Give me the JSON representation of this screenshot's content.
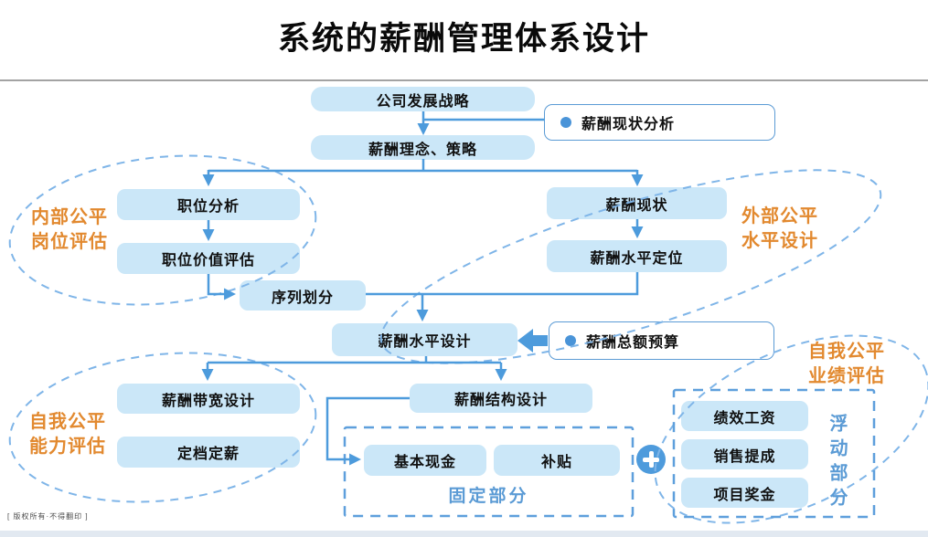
{
  "title": "系统的薪酬管理体系设计",
  "nodes": {
    "strategy": "公司发展战略",
    "philosophy": "薪酬理念、策略",
    "job_analysis": "职位分析",
    "job_value_evaluation": "职位价值评估",
    "sequence_division": "序列划分",
    "salary_status": "薪酬现状",
    "salary_level_positioning": "薪酬水平定位",
    "salary_level_design": "薪酬水平设计",
    "salary_band_design": "薪酬带宽设计",
    "grade_and_set_salary": "定档定薪",
    "salary_structure_design": "薪酬结构设计",
    "base_cash": "基本现金",
    "allowance": "补贴",
    "performance_pay": "绩效工资",
    "sales_commission": "销售提成",
    "project_bonus": "项目奖金"
  },
  "callouts": {
    "salary_status_analysis": "薪酬现状分析",
    "salary_total_budget": "薪酬总额预算"
  },
  "groups": {
    "fixed_part": "固定部分",
    "floating_part": "浮动部分"
  },
  "annotations": {
    "internal_fairness": {
      "line1": "内部公平",
      "line2": "岗位评估"
    },
    "external_fairness": {
      "line1": "外部公平",
      "line2": "水平设计"
    },
    "self_fairness_ability": {
      "line1": "自我公平",
      "line2": "能力评估"
    },
    "self_fairness_performance": {
      "line1": "自我公平",
      "line2": "业绩评估"
    }
  },
  "icons": {
    "plus": "+",
    "bullet": "●"
  },
  "colors": {
    "node_fill": "#cbe7f8",
    "connector_blue": "#4d9bdc",
    "dashed_outline": "#7fb5e8",
    "accent_orange": "#e2892f",
    "group_label_blue": "#5b9bd5"
  },
  "footer": {
    "copyright": "[ 版权所有·不得翻印 ]"
  }
}
